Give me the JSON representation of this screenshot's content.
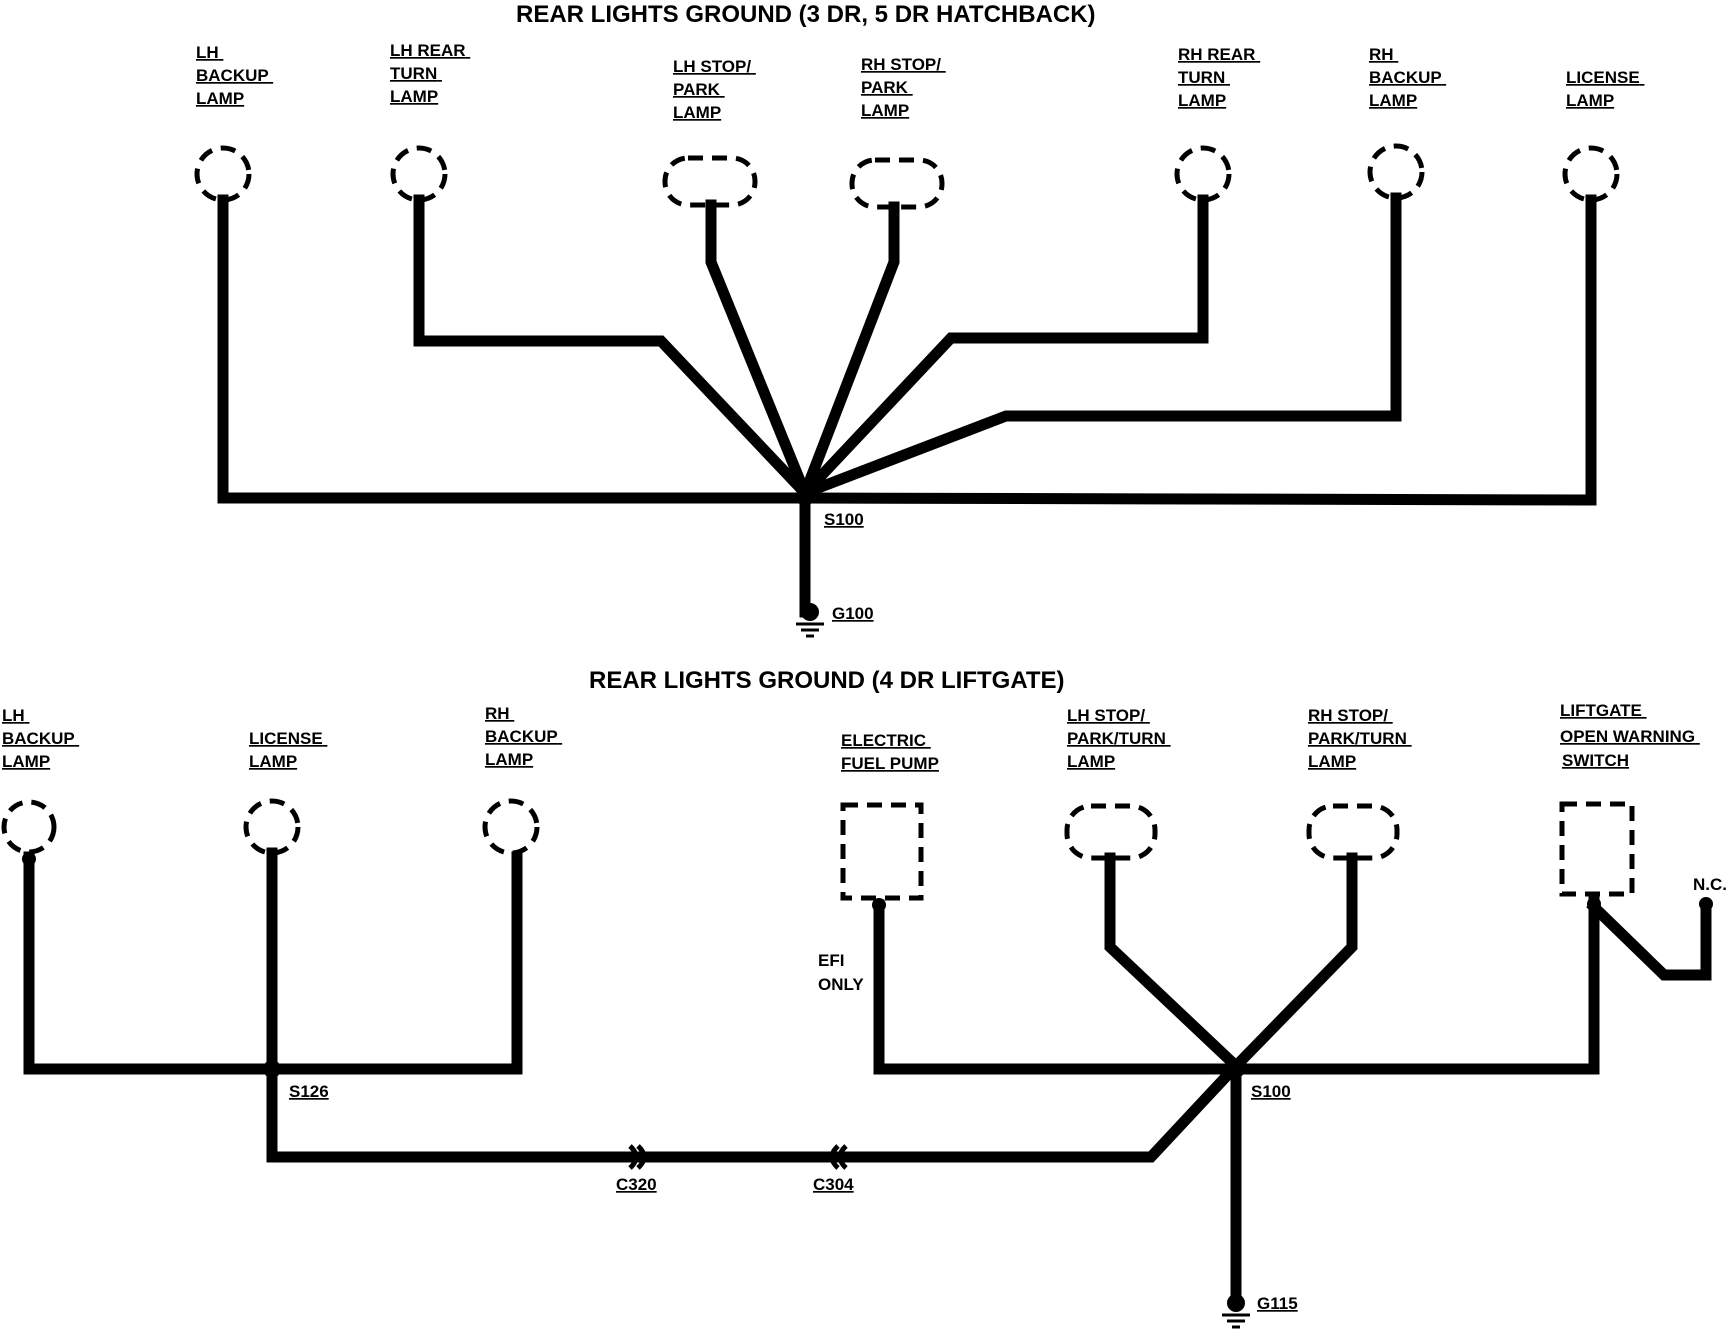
{
  "top": {
    "title": "REAR LIGHTS GROUND (3 DR, 5 DR  HATCHBACK)",
    "components": [
      {
        "label": [
          "LH",
          "BACKUP",
          "LAMP"
        ]
      },
      {
        "label": [
          "LH REAR",
          "TURN",
          "LAMP"
        ]
      },
      {
        "label": [
          "LH STOP/",
          "PARK",
          "LAMP"
        ]
      },
      {
        "label": [
          "RH STOP/",
          "PARK",
          "LAMP"
        ]
      },
      {
        "label": [
          "RH REAR",
          "TURN",
          "LAMP"
        ]
      },
      {
        "label": [
          "RH",
          "BACKUP",
          "LAMP"
        ]
      },
      {
        "label": [
          "LICENSE",
          "LAMP"
        ]
      }
    ],
    "splice": "S100",
    "ground": "G100"
  },
  "bottom": {
    "title": "REAR LIGHTS GROUND (4 DR LIFTGATE)",
    "components": [
      {
        "label": [
          "LH",
          "BACKUP",
          "LAMP"
        ]
      },
      {
        "label": [
          "LICENSE",
          "LAMP"
        ]
      },
      {
        "label": [
          "RH",
          "BACKUP",
          "LAMP"
        ]
      },
      {
        "label": [
          "ELECTRIC",
          "FUEL PUMP"
        ]
      },
      {
        "label": [
          "LH STOP/",
          "PARK/TURN",
          "LAMP"
        ]
      },
      {
        "label": [
          "RH STOP/",
          "PARK/TURN",
          "LAMP"
        ]
      },
      {
        "label": [
          "LIFTGATE",
          "OPEN WARNING",
          "SWITCH"
        ]
      }
    ],
    "efi_note": [
      "EFI",
      "ONLY"
    ],
    "nc_label": "N.C.",
    "splice_left": "S126",
    "splice_right": "S100",
    "connector_1": "C320",
    "connector_2": "C304",
    "ground": "G115"
  }
}
